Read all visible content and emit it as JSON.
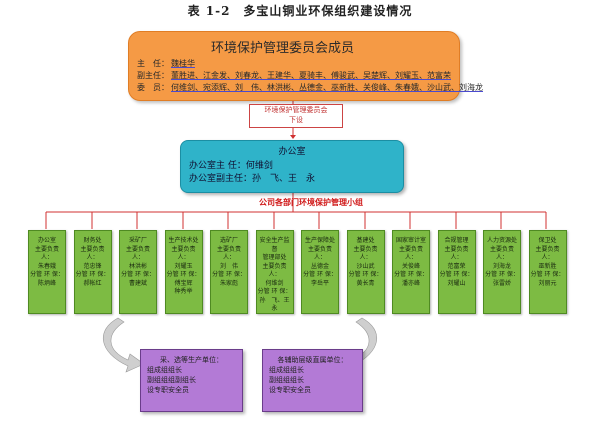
{
  "title": "表 1-2　多宝山铜业环保组织建设情况",
  "committee": {
    "title": "环境保护管理委员会成员",
    "rows": [
      {
        "label": "主　任：",
        "names": "魏桂华"
      },
      {
        "label": "副主任：",
        "names": "董胜进、江金发、刘春龙、王建华、夏骑丰、傅骏武、吴楚辉、刘耀玉、范富荣"
      },
      {
        "label": "委　员：",
        "names": "何维剑、宛添辉、刘　伟、林洪彬、丛德金、巫新胜、关俊峰、朱春娥、沙山武、刘海龙"
      }
    ]
  },
  "note": {
    "line1": "环境保护管理委员会",
    "line2": "下设"
  },
  "office": {
    "title": "办公室",
    "rows": [
      "办公室主 任：何维剑",
      "办公室副主任：孙　飞、王　永"
    ]
  },
  "group_label": "公司各部门环境保护管理小组",
  "departments": [
    {
      "lines": [
        "办公室",
        "主要负责人：",
        "朱春娥",
        "分管 环 保：",
        "陈炳峰"
      ]
    },
    {
      "lines": [
        "财务处",
        "主要负责人：",
        "范忠锋",
        "分管 环 保：",
        "郝帐红"
      ]
    },
    {
      "lines": [
        "采矿厂",
        "主要负责人：",
        "林洪彬",
        "分管 环 保：",
        "曹建斌"
      ]
    },
    {
      "lines": [
        "生产技术处",
        "主要负责人：",
        "刘耀玉",
        "分管 环 保：",
        "傅宝辉",
        "种秀举"
      ]
    },
    {
      "lines": [
        "选矿厂",
        "主要负责人：",
        "刘　伟",
        "分管 环 保：",
        "朱家彪"
      ]
    },
    {
      "lines": [
        "安全生产监督",
        "管理部处",
        "主要负责人：",
        "何维剑",
        "分管 环 保：",
        "孙　飞、王　永",
        "专职环保员：",
        "黄　鑫"
      ]
    },
    {
      "lines": [
        "生产保障处",
        "主要负责人：",
        "丛德金",
        "分管 环 保：",
        "李岳平"
      ]
    },
    {
      "lines": [
        "基建处",
        "主要负责人：",
        "沙山武",
        "分管 环 保：",
        "黄长青"
      ]
    },
    {
      "lines": [
        "国家审计室",
        "主要负责人：",
        "关俊峰",
        "分管 环 保：",
        "潘亦峰"
      ]
    },
    {
      "lines": [
        "合规管理",
        "主要负责人：",
        "范富荣",
        "分管 环 保：",
        "刘耀山"
      ]
    },
    {
      "lines": [
        "人力资源处",
        "主要负责人：",
        "刘海龙",
        "分管 环 保：",
        "张雷娇"
      ]
    },
    {
      "lines": [
        "保卫处",
        "主要负责人：",
        "巫新胜",
        "分管 环 保：",
        "刘丽元"
      ]
    }
  ],
  "units": [
    {
      "head": "采、选等生产单位：",
      "lines": [
        "组成组组长",
        "副组组组副组长",
        "设专职安全员"
      ]
    },
    {
      "head": "各辅助层级直属单位：",
      "lines": [
        "组成组组长",
        "副组组组长",
        "设专职安全员"
      ]
    }
  ]
}
